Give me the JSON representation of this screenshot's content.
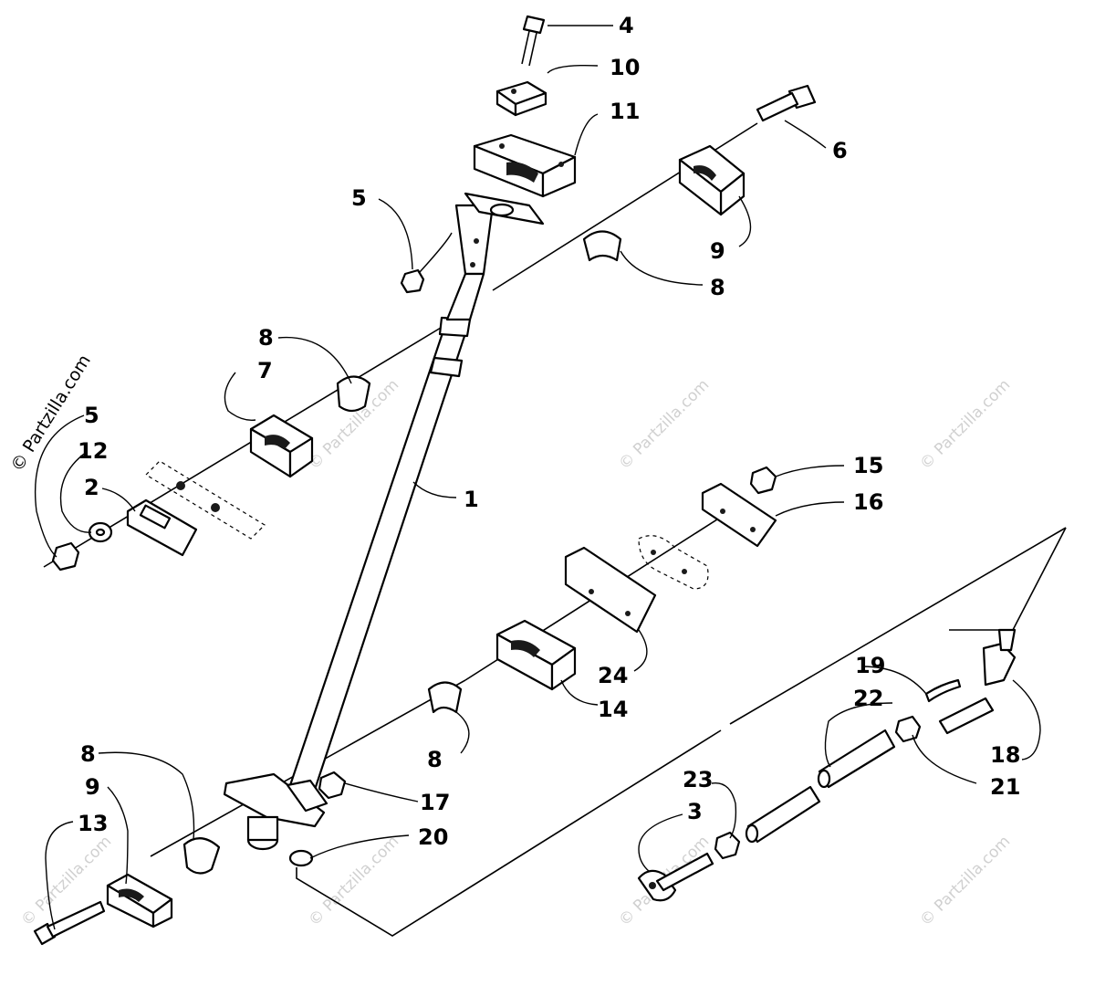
{
  "callouts": {
    "c1": "1",
    "c2": "2",
    "c3": "3",
    "c4": "4",
    "c5a": "5",
    "c5b": "5",
    "c6": "6",
    "c7": "7",
    "c8a": "8",
    "c8b": "8",
    "c8c": "8",
    "c8d": "8",
    "c9a": "9",
    "c9b": "9",
    "c10": "10",
    "c11": "11",
    "c12": "12",
    "c13": "13",
    "c14": "14",
    "c15": "15",
    "c16": "16",
    "c17": "17",
    "c18": "18",
    "c19": "19",
    "c20": "20",
    "c21": "21",
    "c22": "22",
    "c23": "23",
    "c24": "24"
  },
  "watermark": {
    "main": "© Partzilla.com",
    "repeat": "© Partzilla.com"
  }
}
